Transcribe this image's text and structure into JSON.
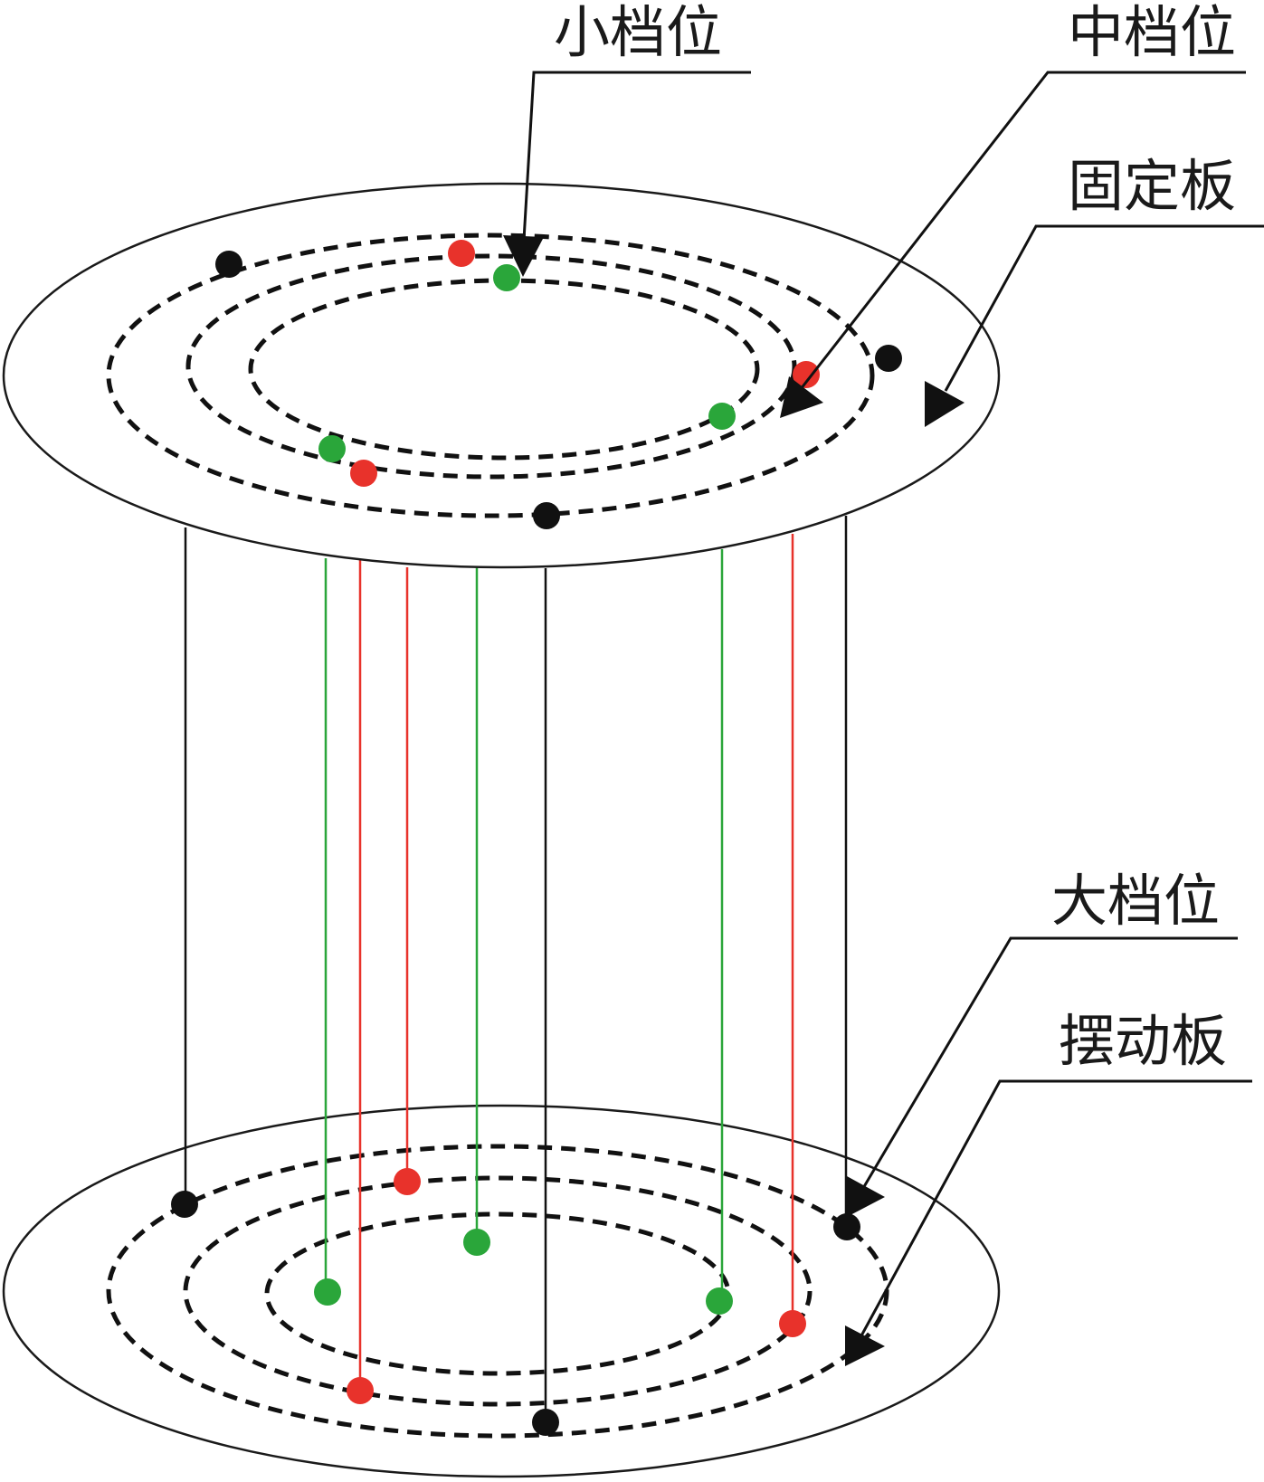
{
  "labels": {
    "small_gear": "小档位",
    "medium_gear": "中档位",
    "fixed_plate": "固定板",
    "large_gear": "大档位",
    "swing_plate": "摆动板"
  },
  "colors": {
    "black_set": "#111111",
    "red_set": "#e8322b",
    "green_set": "#2aa63a",
    "outline": "#1a1a1a"
  },
  "icons": {
    "arrow": "arrowhead-triangle"
  }
}
